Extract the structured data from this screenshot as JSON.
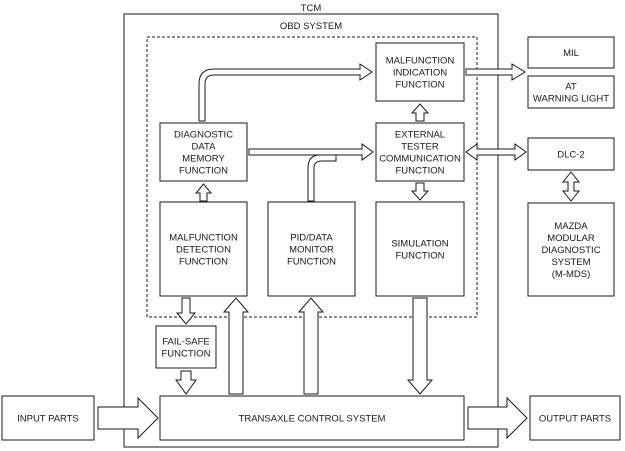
{
  "tcm_label": "TCM",
  "obd_label": "OBD SYSTEM",
  "boxes": {
    "malfunction_indication": [
      "MALFUNCTION",
      "INDICATION",
      "FUNCTION"
    ],
    "diagnostic_data_memory": [
      "DIAGNOSTIC",
      "DATA",
      "MEMORY",
      "FUNCTION"
    ],
    "external_tester": [
      "EXTERNAL",
      "TESTER",
      "COMMUNICATION",
      "FUNCTION"
    ],
    "malfunction_detection": [
      "MALFUNCTION",
      "DETECTION",
      "FUNCTION"
    ],
    "pid_data_monitor": [
      "PID/DATA",
      "MONITOR",
      "FUNCTION"
    ],
    "simulation": [
      "SIMULATION",
      "FUNCTION"
    ],
    "fail_safe": [
      "FAIL-SAFE",
      "FUNCTION"
    ],
    "transaxle_control": [
      "TRANSAXLE CONTROL SYSTEM"
    ],
    "mil": [
      "MIL"
    ],
    "at_warning_light": [
      "AT",
      "WARNING LIGHT"
    ],
    "dlc2": [
      "DLC-2"
    ],
    "mazda_mds": [
      "MAZDA",
      "MODULAR",
      "DIAGNOSTIC",
      "SYSTEM",
      "(M-MDS)"
    ],
    "input_parts": [
      "INPUT PARTS"
    ],
    "output_parts": [
      "OUTPUT PARTS"
    ]
  }
}
